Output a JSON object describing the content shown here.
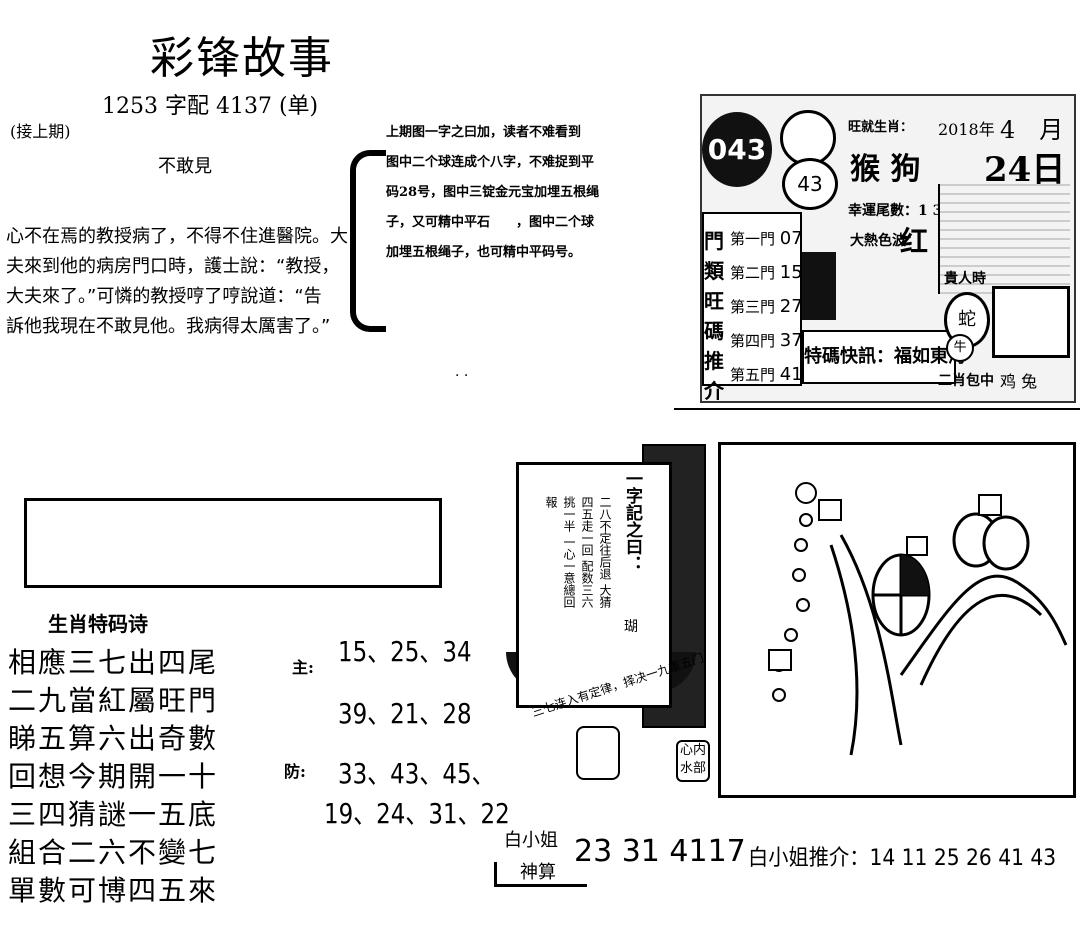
{
  "header": {
    "title": "彩锋故事",
    "issue_line": "1253 字配 4137 (单)",
    "prev_note": "(接上期)",
    "story_title": "不敢見"
  },
  "story": {
    "lines": [
      "心不在焉的教授病了，不得不住進醫院。大",
      "夫來到他的病房門口時，護士說：“教授，",
      "大夫來了。”可憐的教授哼了哼說道：“告",
      "訴他我現在不敢見他。我病得太厲害了。”"
    ]
  },
  "hint": {
    "lines": [
      "上期图一字之曰加，读者不难看到",
      "图中二个球连成个八字，不难捉到平",
      "码28号，图中三锭金元宝加埋五根绳",
      "子，又可精中平石　　，图中二个球",
      "加埋五根绳子，也可精中平码号。"
    ]
  },
  "calendar": {
    "code": "043",
    "ball": "43",
    "zodiac_label": "旺就生肖：",
    "zodiac": "猴 狗",
    "tail_label": "幸運尾數：1 3",
    "color_label": "大熱色波：",
    "color_value": "红 蓝",
    "gate_title": "門類旺碼推介",
    "gates": [
      {
        "label": "第一門",
        "num": "07"
      },
      {
        "label": "第二門",
        "num": "15"
      },
      {
        "label": "第三門",
        "num": "27"
      },
      {
        "label": "第四門",
        "num": "37"
      },
      {
        "label": "第五門",
        "num": "41"
      }
    ],
    "tip": "特碼快訊：福如東海",
    "year": "2018年",
    "month": "4　月",
    "day": "24日",
    "noble": "貴人時",
    "snake": "蛇",
    "ox": "牛",
    "bottom_label": "二肖包中",
    "bottom_value": "鸡 兔"
  },
  "poem": {
    "title": "生肖特码诗",
    "lines": [
      "相應三七出四尾",
      "二九當紅屬旺門",
      "睇五算六出奇數",
      "回想今期開一十",
      "三四猜謎一五底",
      "組合二六不變七",
      "單數可博四五來"
    ],
    "main_label": "主:",
    "main_nums_1": "15、25、34",
    "main_nums_2": "39、21、28",
    "defense_label": "防:",
    "def_nums_1": "33、43、45、",
    "def_nums_2": "19、24、31、22"
  },
  "ship": {
    "heading": "一字記之曰：",
    "body": "二八不定往后退 大猜四五走一回 配数三六挑一半 一心一意總回報",
    "answer": "瑚",
    "motto": "三七连入有定律，择决一九重五门",
    "stamp": "心内水部"
  },
  "bai": {
    "label1": "白小姐",
    "label2": "神算",
    "nums": "23 31 4117",
    "rec": "白小姐推介：14 11 25 26 41 43"
  },
  "colors": {
    "ink": "#000000",
    "panel": "#f3f3f3"
  }
}
